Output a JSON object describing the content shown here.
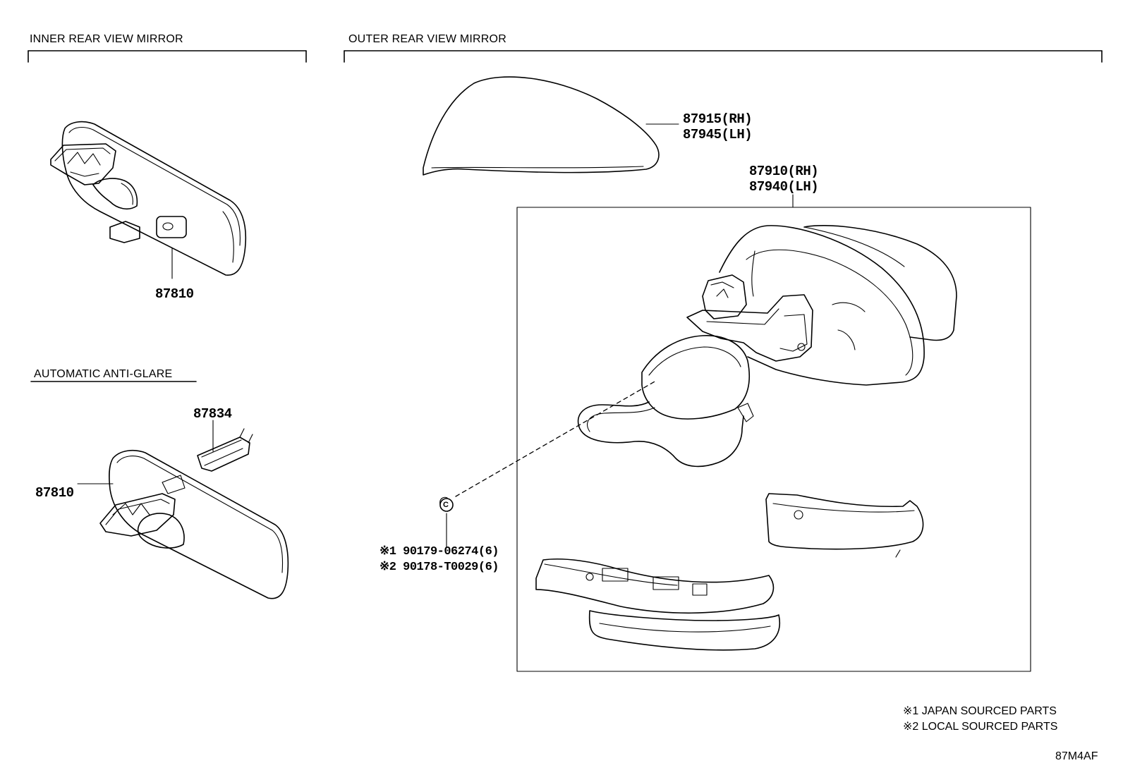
{
  "sections": {
    "inner": "INNER REAR VIEW MIRROR",
    "outer": "OUTER REAR VIEW MIRROR",
    "anti_glare": "AUTOMATIC ANTI-GLARE"
  },
  "parts": {
    "p87810_top": "87810",
    "p87810_bottom": "87810",
    "p87834": "87834",
    "p87915": "87915(RH)",
    "p87945": "87945(LH)",
    "p87910": "87910(RH)",
    "p87940": "87940(LH)",
    "clip_1": "※1 90179-06274(6)",
    "clip_2": "※2 90178-T0029(6)",
    "clip_symbol": "C"
  },
  "notes": {
    "note_1": "※1 JAPAN SOURCED PARTS",
    "note_2": "※2 LOCAL SOURCED PARTS"
  },
  "diagram_code": "87M4AF"
}
